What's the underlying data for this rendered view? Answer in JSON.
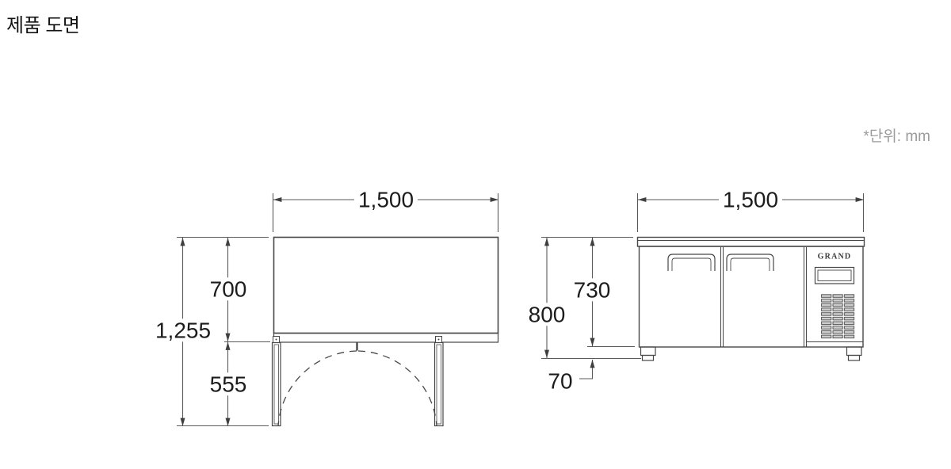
{
  "page": {
    "title": "제품 도면",
    "unit_note": "*단위: mm"
  },
  "plan_view": {
    "label": "top-view-with-door-swing",
    "width": "1,500",
    "total_depth": "1,255",
    "body_depth": "700",
    "door_swing": "555"
  },
  "front_view": {
    "label": "front-view",
    "width": "1,500",
    "total_height": "800",
    "body_height": "730",
    "leg_height": "70",
    "brand": "GRAND"
  },
  "colors": {
    "object_line": "#474747",
    "dimension_line": "#5a5a5a",
    "dim_text": "#1c1c1c",
    "muted_text": "#9b9b9b",
    "background": "#ffffff"
  }
}
